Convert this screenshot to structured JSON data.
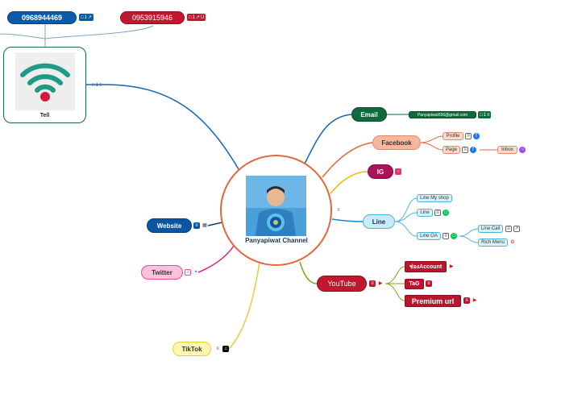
{
  "center": {
    "title": "Panyapiwat Channel"
  },
  "phones": {
    "phone1": {
      "number": "0968944469",
      "count": "1"
    },
    "phone2": {
      "number": "0953915946",
      "count": "1",
      "extra": "U"
    }
  },
  "tel": {
    "label": "Tell",
    "count": "1"
  },
  "branches": {
    "email": {
      "label": "Email",
      "address": "Panyapiwat656@gmail.com",
      "count": "1"
    },
    "facebook": {
      "label": "Facebook",
      "profile": "Profile",
      "page": "Page",
      "inbox": "Inbox"
    },
    "ig": {
      "label": "IG"
    },
    "line": {
      "label": "Line",
      "myshop": "Line My shop",
      "line": "Line",
      "oa": "Line OA",
      "call": "Line Call",
      "menu": "Rich Menu"
    },
    "youtube": {
      "label": "YouTube",
      "account": "ช่องAccount",
      "tag": "TaG",
      "premium": "Premium url"
    },
    "website": {
      "label": "Website"
    },
    "twitter": {
      "label": "Twitter"
    },
    "tiktok": {
      "label": "TikTok"
    }
  },
  "colors": {
    "blue": "#0a5aa8",
    "red": "#c0182f",
    "green": "#0f6a3d",
    "orange": "#e8643c",
    "gold": "#f0b800",
    "cyan": "#4bb3e0",
    "olive": "#8aa31a",
    "pink": "#e0508f",
    "yellow": "#e3cc3c"
  },
  "icons": [
    "note-icon",
    "comment-icon",
    "external-link-icon",
    "facebook-icon",
    "messenger-icon",
    "instagram-icon",
    "line-icon",
    "youtube-icon",
    "google-icon",
    "twitter-icon",
    "tiktok-icon",
    "wifi-icon"
  ]
}
